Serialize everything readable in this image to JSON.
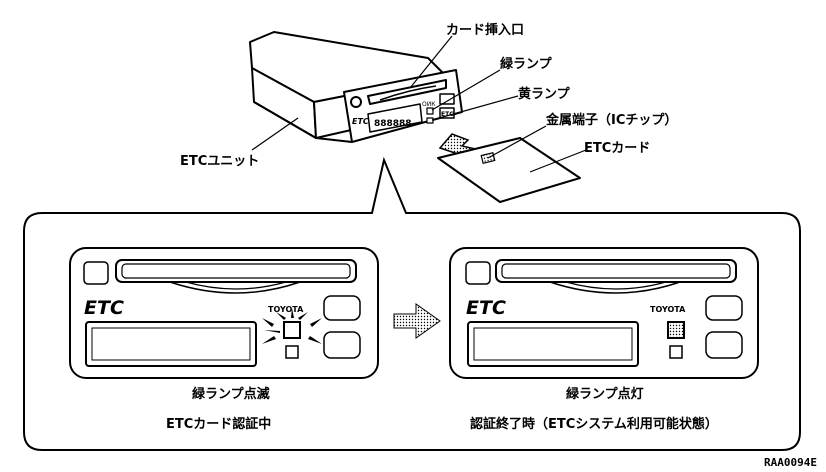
{
  "callouts": {
    "card_slot": "カード挿入口",
    "green_lamp": "緑ランプ",
    "yellow_lamp": "黄ランプ",
    "ic_chip": "金属端子（ICチップ）",
    "etc_card": "ETCカード",
    "etc_unit": "ETCユニット"
  },
  "panels": [
    {
      "logo": "ETC",
      "brand": "TOYOTA",
      "state": "緑ランプ点滅",
      "description": "ETCカード認証中"
    },
    {
      "logo": "ETC",
      "brand": "TOYOTA",
      "state": "緑ランプ点灯",
      "description": "認証終了時（ETCシステム利用可能状態）"
    }
  ],
  "unit_marks": {
    "logo": "ETC",
    "display": "888888",
    "sub_label": "ОИК",
    "button_label": "ETC"
  },
  "figure_code": "RAA0094E",
  "colors": {
    "line": "#000000",
    "fill": "#ffffff",
    "shade": "#cfcfcf"
  }
}
